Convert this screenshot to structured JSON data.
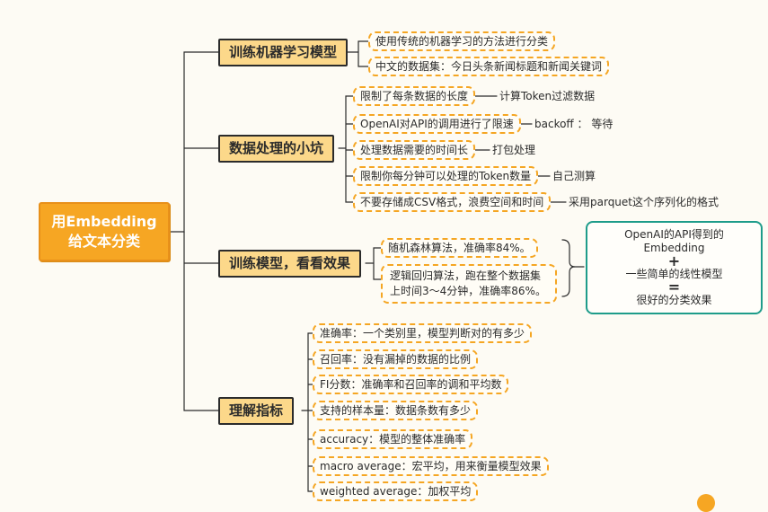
{
  "root": {
    "line1": "用Embedding",
    "line2": "给文本分类"
  },
  "topics": [
    {
      "label": "训练机器学习模型",
      "items": [
        {
          "text": "使用传统的机器学习的方法进行分类"
        },
        {
          "text": "中文的数据集：今日头条新闻标题和新闻关键词"
        }
      ]
    },
    {
      "label": "数据处理的小坑",
      "items": [
        {
          "text": "限制了每条数据的长度",
          "note": "计算Token过滤数据"
        },
        {
          "text": "OpenAI对API的调用进行了限速",
          "note": "backoff ： 等待"
        },
        {
          "text": "处理数据需要的时间长",
          "note": "打包处理"
        },
        {
          "text": "限制你每分钟可以处理的Token数量",
          "note": "自己测算"
        },
        {
          "text": "不要存储成CSV格式，浪费空间和时间",
          "note": "采用parquet这个序列化的格式"
        }
      ]
    },
    {
      "label": "训练模型，看看效果",
      "items": [
        {
          "text": "随机森林算法，准确率84%。"
        },
        {
          "text": "逻辑回归算法，跑在整个数据集上时间3～4分钟，准确率86%。"
        }
      ],
      "summary": {
        "line1": "OpenAI的API得到的",
        "line2": "Embedding",
        "plus": "+",
        "line3": "一些简单的线性模型",
        "equals": "=",
        "line4": "很好的分类效果"
      }
    },
    {
      "label": "理解指标",
      "items": [
        {
          "text": "准确率：一个类别里，模型判断对的有多少"
        },
        {
          "text": "召回率：没有漏掉的数据的比例"
        },
        {
          "text": "FI分数：准确率和召回率的调和平均数"
        },
        {
          "text": "支持的样本量：数据条数有多少"
        },
        {
          "text": "accuracy：模型的整体准确率"
        },
        {
          "text": "macro average：宏平均，用来衡量模型效果"
        },
        {
          "text": "weighted average：加权平均"
        }
      ]
    }
  ],
  "colors": {
    "accent": "#f6a623",
    "topic_fill": "#fcd88a",
    "summary_border": "#1e9c8a",
    "line": "#2b2b2b"
  }
}
